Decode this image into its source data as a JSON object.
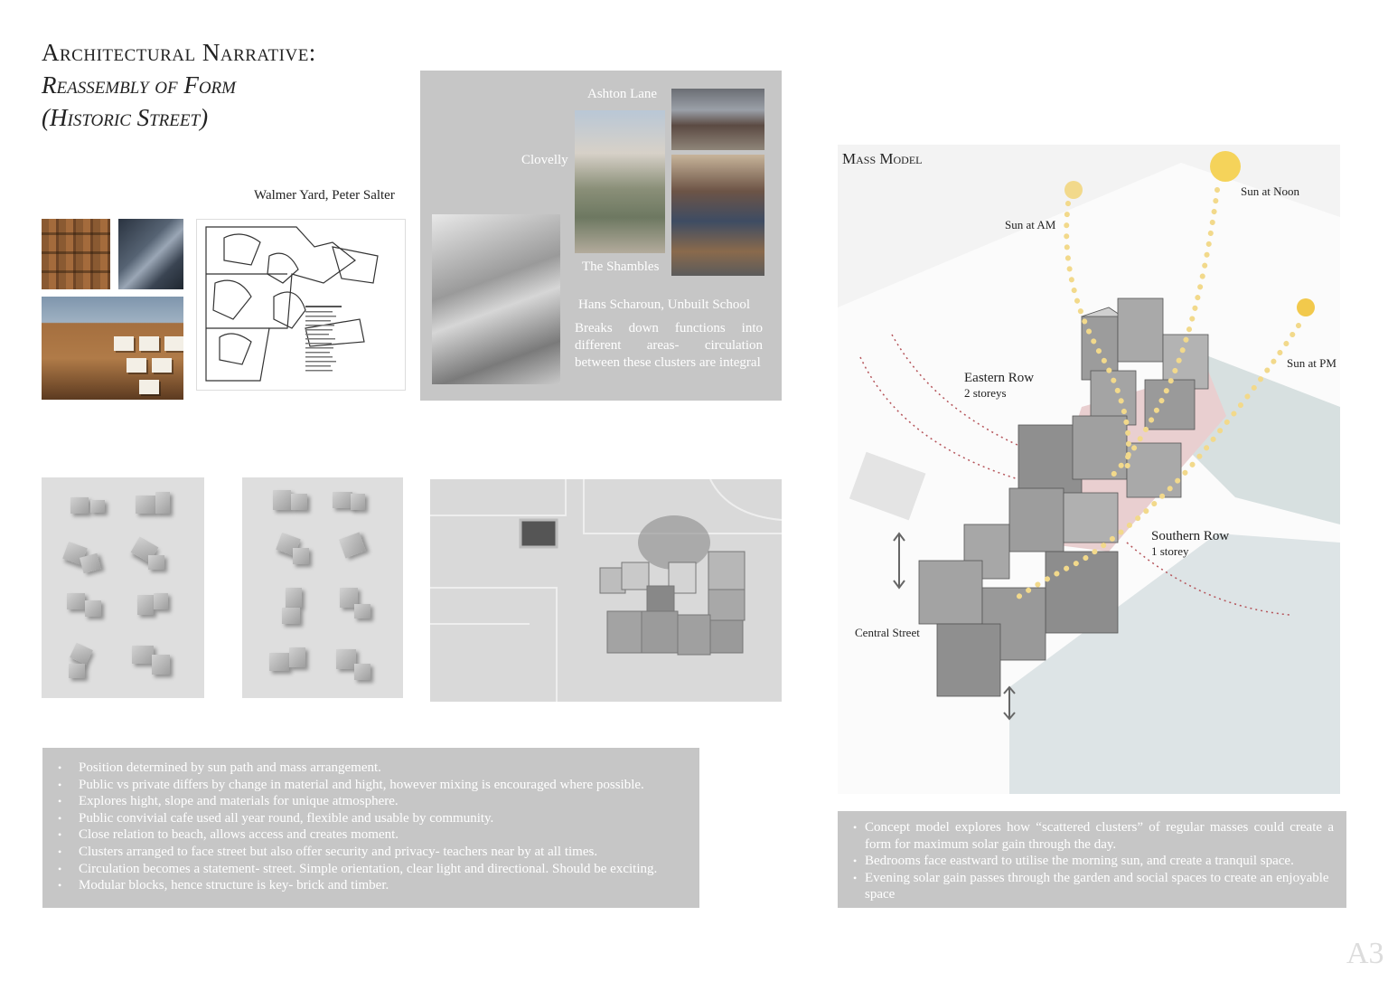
{
  "title": {
    "line1": "Architectural Narrative:",
    "line2": "Reassembly of Form",
    "line3": "(Historic Street)"
  },
  "precedent": {
    "caption": "Walmer Yard, Peter Salter"
  },
  "streets_panel": {
    "ashton": "Ashton Lane",
    "clovelly": "Clovelly",
    "shambles": "The Shambles",
    "scharoun_title": "Hans Scharoun, Unbuilt School",
    "scharoun_desc": "Breaks down functions into different areas- circulation between these clusters are integral"
  },
  "mass_model": {
    "title": "Mass Model",
    "sun_am": "Sun at AM",
    "sun_noon": "Sun at Noon",
    "sun_pm": "Sun at PM",
    "eastern_row": "Eastern Row",
    "eastern_storeys": "2 storeys",
    "southern_row": "Southern Row",
    "southern_storeys": "1 storey",
    "central_street": "Central Street",
    "colors": {
      "sun": "#f2c94c",
      "pink": "#e9cfd0",
      "garden": "#d7e0e0"
    }
  },
  "left_bullets": [
    "Position determined by sun path and mass arrangement.",
    "Public vs private differs by change in material and hight, however mixing is encouraged where possible.",
    "Explores hight, slope and materials for unique atmosphere.",
    "Public convivial cafe used all year round, flexible and usable by community.",
    "Close relation to beach, allows access and creates moment.",
    "Clusters arranged to face street but also offer security and privacy- teachers near by at all times.",
    "Circulation becomes a statement- street. Simple orientation, clear light and directional. Should be exciting.",
    "Modular blocks, hence structure is key- brick and timber."
  ],
  "right_bullets": [
    "Concept model explores how “scattered clusters” of regular masses could create a form for maximum solar gain through the day.",
    "Bedrooms face eastward to utilise the morning sun, and create a tranquil space.",
    "Evening solar gain passes through the garden and social spaces to create an enjoyable space"
  ],
  "sheet_size": "A3"
}
